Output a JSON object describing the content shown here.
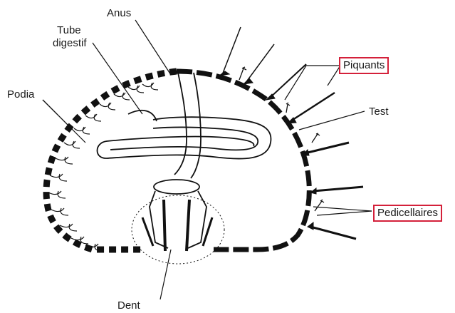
{
  "labels": {
    "anus": "Anus",
    "tube_line1": "Tube",
    "tube_line2": "digestif",
    "podia": "Podia",
    "piquants": "Piquants",
    "test": "Test",
    "pedicellaires": "Pedicellaires",
    "dent": "Dent"
  },
  "colors": {
    "ink": "#111111",
    "highlight_box": "#d4203a",
    "background": "#ffffff"
  }
}
